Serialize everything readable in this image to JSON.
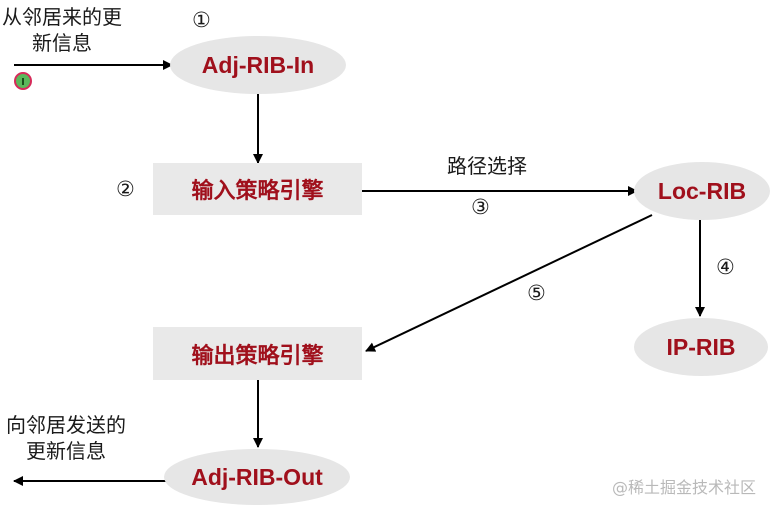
{
  "nodes": {
    "adj_rib_in": "Adj-RIB-In",
    "input_policy": "输入策略引擎",
    "loc_rib": "Loc-RIB",
    "ip_rib": "IP-RIB",
    "output_policy": "输出策略引擎",
    "adj_rib_out": "Adj-RIB-Out"
  },
  "labels": {
    "from_neighbor_line1": "从邻居来的更",
    "from_neighbor_line2": "新信息",
    "to_neighbor_line1": "向邻居发送的",
    "to_neighbor_line2": "更新信息",
    "route_selection": "路径选择"
  },
  "steps": {
    "s1": "①",
    "s2": "②",
    "s3": "③",
    "s4": "④",
    "s5": "⑤"
  },
  "watermark": "@稀土掘金技术社区",
  "colors": {
    "node_text": "#a0101c",
    "node_fill": "#e6e6e6",
    "arrow": "#000000"
  }
}
